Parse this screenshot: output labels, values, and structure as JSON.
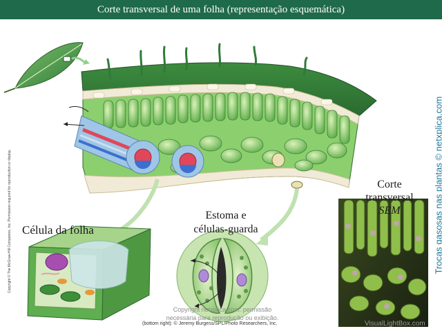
{
  "header": {
    "title": "Corte transversal de uma folha (representação esquemática)"
  },
  "labels": {
    "leaf_cell": "Célula da folha",
    "stoma_line1": "Estoma e",
    "stoma_line2": "células-guarda",
    "sem_line1": "Corte",
    "sem_line2": "transversal",
    "sem_line3": "SEM"
  },
  "side": {
    "copyright": "Copyright © The McGraw-Hill Companies, Inc. Permission required for reproduction or display.",
    "brand": "Trocas gasosas nas plantas © netxplica.com"
  },
  "credits": {
    "watermark_line1": "Copyright netxplica.com: permissão",
    "watermark_line2": "necessária para reprodução ou exibição.",
    "source": "(bottom right): © Jeremy Burgess/SPL/Photo Researchers, Inc.",
    "site": "VisualLightBox.com"
  },
  "colors": {
    "title_bg": "#1f6a4a",
    "leaf_dark": "#2f7a3a",
    "leaf_mid": "#5fae4f",
    "leaf_light": "#b8e09a",
    "epidermis": "#f1ead6",
    "xylem": "#e0475a",
    "phloem": "#3d6fd0",
    "bundle_sheath": "#9fc6e6"
  }
}
